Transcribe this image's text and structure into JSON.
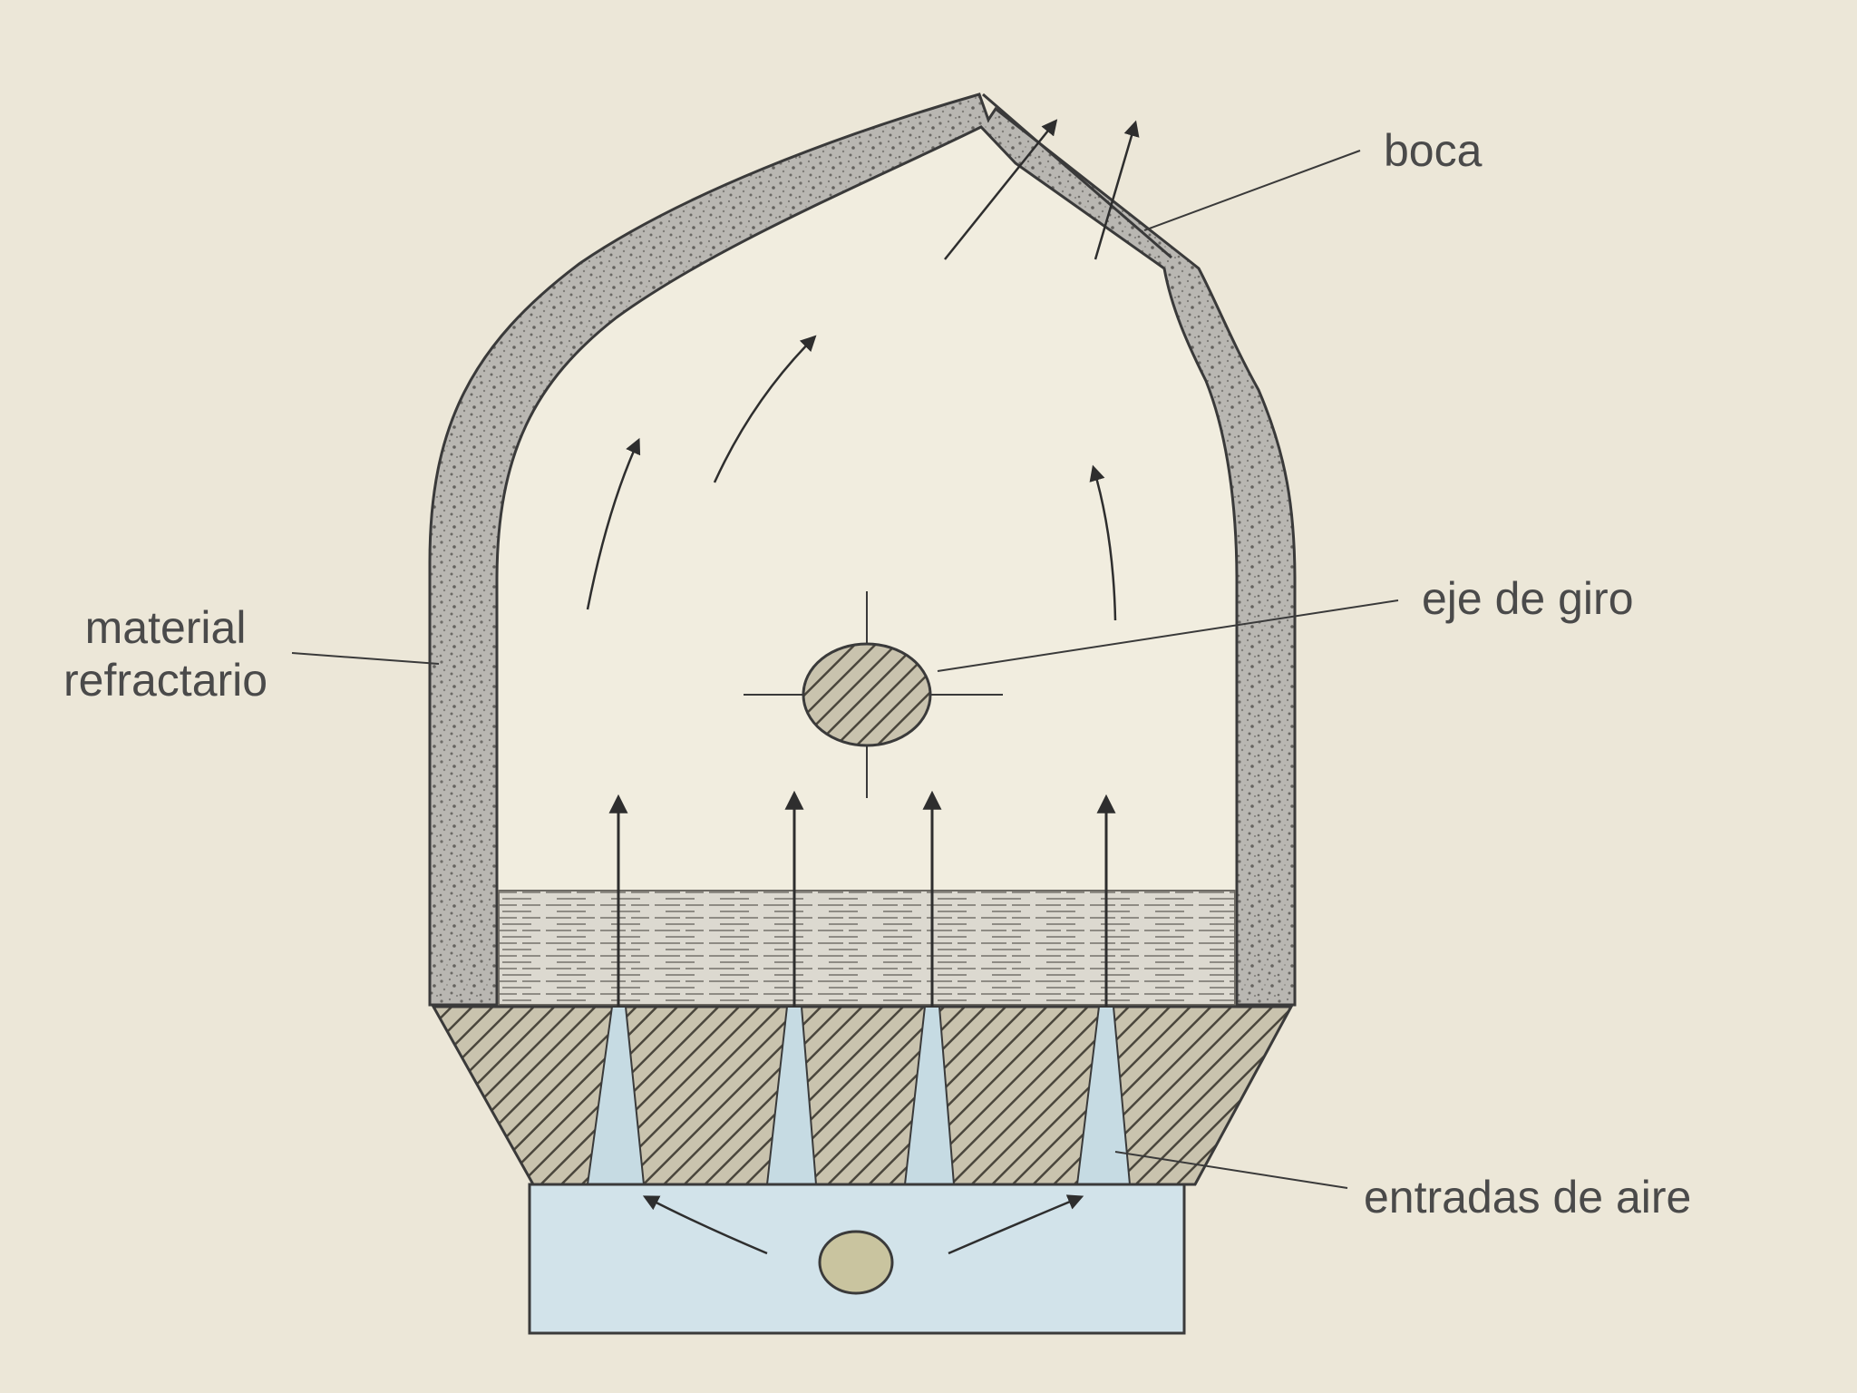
{
  "labels": {
    "boca": "boca",
    "material_line1": "material",
    "material_line2": "refractario",
    "eje": "eje de giro",
    "entradas": "entradas de aire"
  },
  "colors": {
    "background": "#ece7d8",
    "refractory": "#b9b7b2",
    "cavity": "#f1eddf",
    "liquid_bath": "#dedbd2",
    "bottom_hatch": "#a49f8d",
    "air_channel": "#c6dbe3",
    "wind_box": "#d2e3ea",
    "outline": "#3a3a3a",
    "label_text": "#4a4a4a"
  }
}
